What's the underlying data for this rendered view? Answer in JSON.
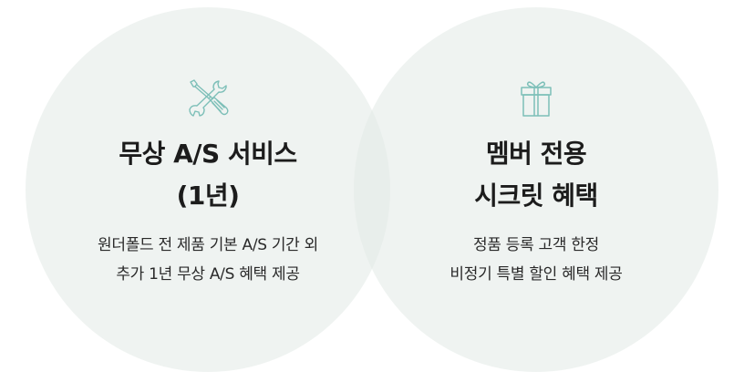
{
  "colors": {
    "circle_fill": "#eef3f1",
    "overlap_fill": "#e3ebe8",
    "icon_stroke": "#7dbfb8",
    "title_text": "#1c1c1c",
    "desc_text": "#2a2a2a"
  },
  "benefits": [
    {
      "icon": "tools-icon",
      "title_lines": [
        "무상 A/S 서비스",
        "(1년)"
      ],
      "desc_lines": [
        "원더폴드 전 제품 기본 A/S 기간 외",
        "추가 1년 무상 A/S 혜택 제공"
      ]
    },
    {
      "icon": "gift-icon",
      "title_lines": [
        "멤버 전용",
        "시크릿 혜택"
      ],
      "desc_lines": [
        "정품 등록 고객 한정",
        "비정기 특별 할인 혜택 제공"
      ]
    }
  ]
}
